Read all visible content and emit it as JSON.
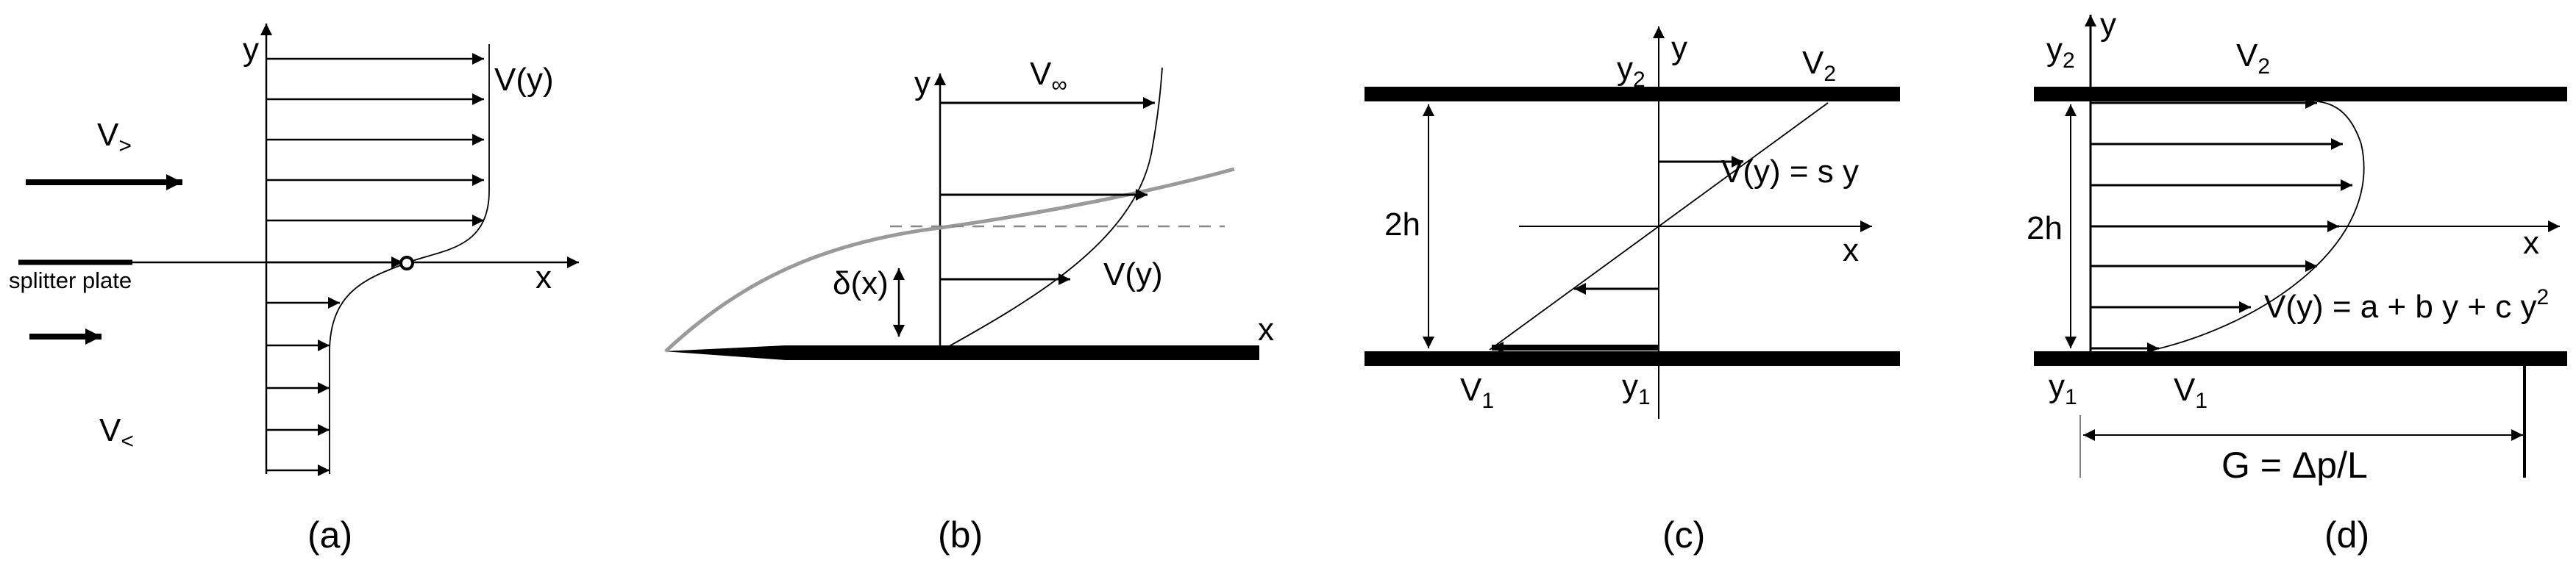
{
  "panels": {
    "a": {
      "caption": "(a)",
      "y_axis": "y",
      "x_axis": "x",
      "profile": "V(y)",
      "upper_stream": "V",
      "upper_stream_sub": ">",
      "lower_stream": "V",
      "lower_stream_sub": "<",
      "plate": "splitter plate"
    },
    "b": {
      "caption": "(b)",
      "y_axis": "y",
      "x_axis": "x",
      "freestream": "V",
      "freestream_sub": "∞",
      "thickness": "δ(x)",
      "profile": "V(y)"
    },
    "c": {
      "caption": "(c)",
      "y_axis": "y",
      "x_axis": "x",
      "top_wall": "y",
      "top_wall_sub": "2",
      "bottom_wall": "y",
      "bottom_wall_sub": "1",
      "top_velocity": "V",
      "top_velocity_sub": "2",
      "bottom_velocity": "V",
      "bottom_velocity_sub": "1",
      "gap": "2h",
      "profile": "V(y) = s y"
    },
    "d": {
      "caption": "(d)",
      "y_axis": "y",
      "x_axis": "x",
      "top_wall": "y",
      "top_wall_sub": "2",
      "bottom_wall": "y",
      "bottom_wall_sub": "1",
      "top_velocity": "V",
      "top_velocity_sub": "2",
      "bottom_velocity": "V",
      "bottom_velocity_sub": "1",
      "gap": "2h",
      "profile": "V(y) = a + b y + c y",
      "profile_exp": "2",
      "gradient": "G = Δp/L"
    }
  },
  "colors": {
    "ink": "#000000",
    "boundary_layer": "#9a9a9a",
    "dashed": "#888888"
  }
}
